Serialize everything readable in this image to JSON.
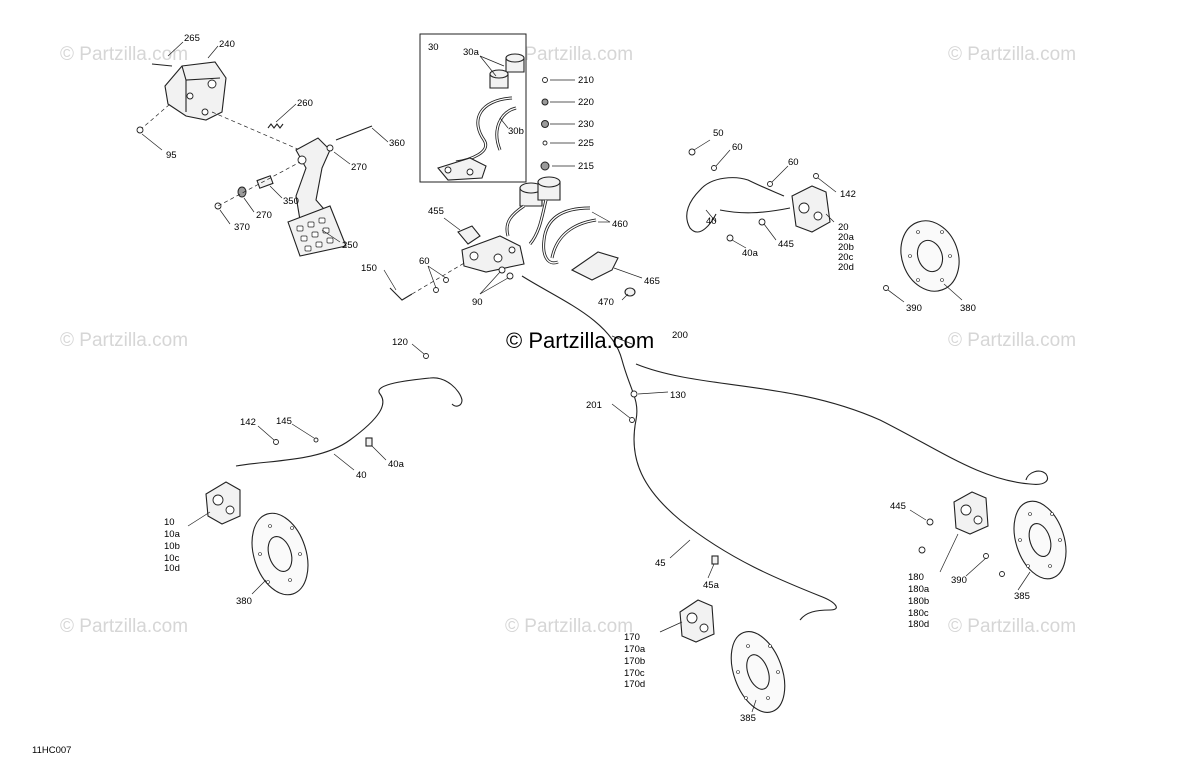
{
  "watermarks": [
    "© Partzilla.com",
    "© Partzilla.com",
    "© Partzilla.com",
    "© Partzilla.com",
    "© Partzilla.com",
    "© Partzilla.com",
    "© Partzilla.com",
    "© Partzilla.com"
  ],
  "center_watermark": "© Partzilla.com",
  "diagram_code": "11HC007",
  "callouts": [
    "265",
    "240",
    "260",
    "95",
    "360",
    "270",
    "270",
    "350",
    "370",
    "250",
    "30",
    "30a",
    "30b",
    "210",
    "220",
    "230",
    "225",
    "215",
    "455",
    "460",
    "60",
    "150",
    "90",
    "465",
    "470",
    "50",
    "60",
    "60",
    "142",
    "40",
    "40a",
    "445",
    "20",
    "20a",
    "20b",
    "20c",
    "20d",
    "390",
    "380",
    "200",
    "120",
    "130",
    "201",
    "142",
    "145",
    "40",
    "40a",
    "10",
    "10a",
    "10b",
    "10c",
    "10d",
    "380",
    "45",
    "45a",
    "445",
    "180",
    "180a",
    "180b",
    "180c",
    "180d",
    "390",
    "385",
    "170",
    "170a",
    "170b",
    "170c",
    "170d",
    "385"
  ],
  "colors": {
    "line": "#222222",
    "watermark": "#d6d6d6",
    "background": "#ffffff"
  }
}
